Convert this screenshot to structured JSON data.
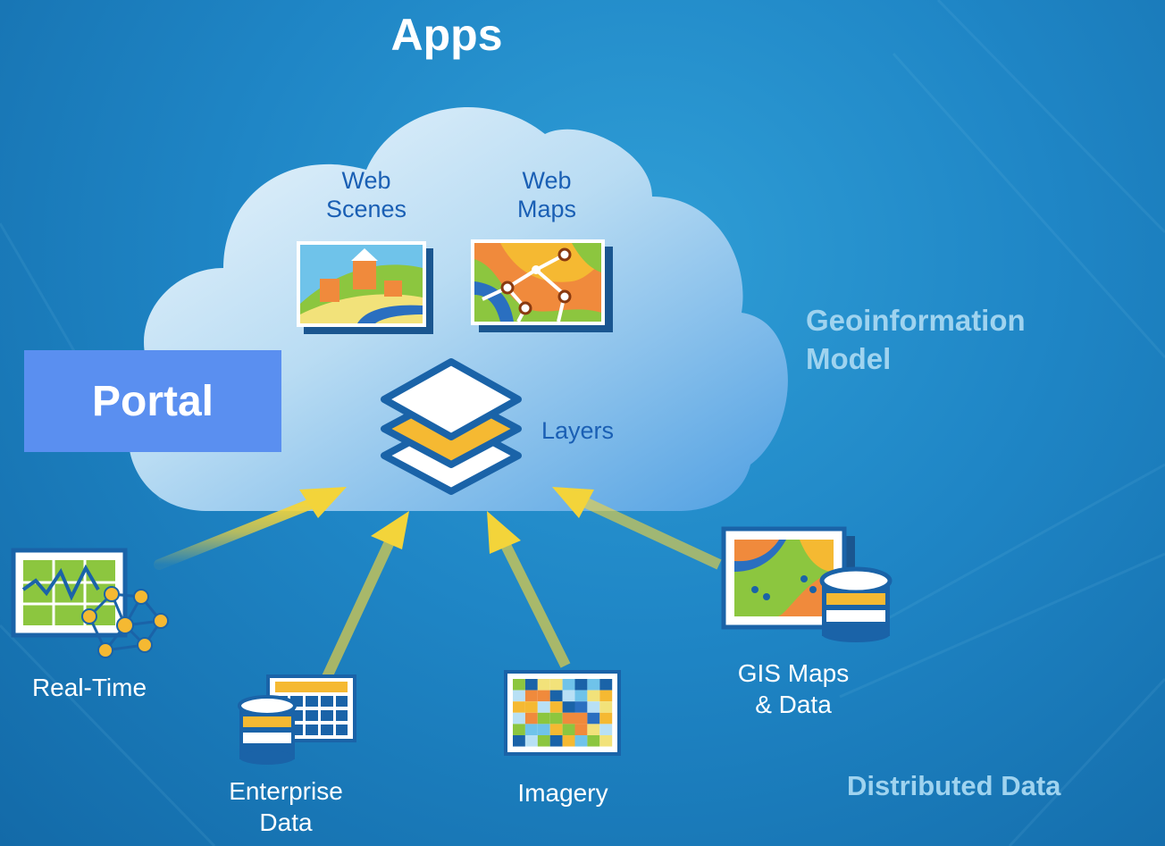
{
  "title": "Apps",
  "cloud": {
    "web_scenes": [
      "Web",
      "Scenes"
    ],
    "web_maps": [
      "Web",
      "Maps"
    ],
    "layers": "Layers"
  },
  "portal": "Portal",
  "geoinformation": [
    "Geoinformation",
    "Model"
  ],
  "sources": {
    "real_time": "Real-Time",
    "enterprise": [
      "Enterprise",
      "Data"
    ],
    "imagery": "Imagery",
    "gis": [
      "GIS Maps",
      "& Data"
    ]
  },
  "distributed": "Distributed Data",
  "colors": {
    "background": "#1f86c6",
    "cloud_top": "#e6f3fc",
    "cloud_bottom": "#5aa8e6",
    "portal": "#5a8ff0",
    "arrow": "#f3d43a",
    "label_blue": "#1a5fb4",
    "side_label": "#9fd3ef",
    "layer_gold": "#f5b932",
    "icon_frame": "#1a63a8"
  }
}
